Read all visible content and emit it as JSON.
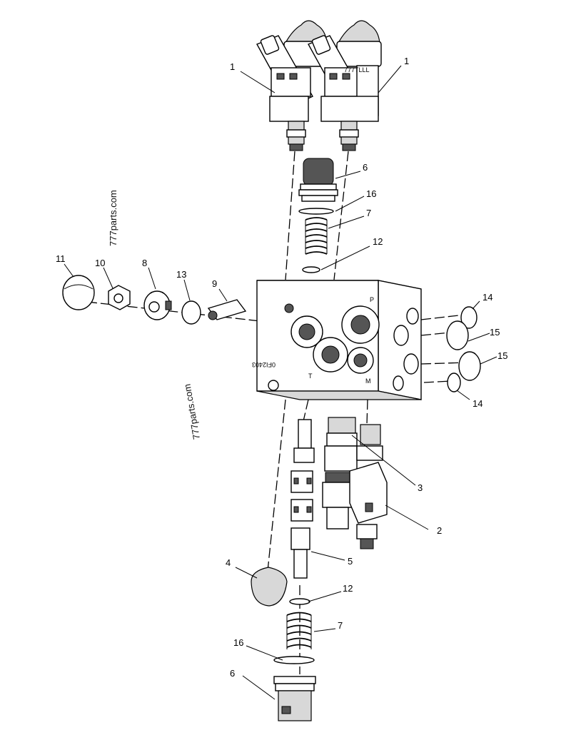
{
  "callouts": {
    "c1_left": "1",
    "c1_right": "1",
    "c2": "2",
    "c3": "3",
    "c4": "4",
    "c5": "5",
    "c6_top": "6",
    "c6_bottom": "6",
    "c7_top": "7",
    "c7_bottom": "7",
    "c8": "8",
    "c9": "9",
    "c10": "10",
    "c11": "11",
    "c12_top": "12",
    "c12_bottom": "12",
    "c13": "13",
    "c14_top": "14",
    "c14_bottom": "14",
    "c15_top": "15",
    "c15_bottom": "15",
    "c16_top": "16",
    "c16_bottom": "16"
  },
  "watermarks": {
    "vertical": "777parts.com",
    "inverted": "777parts.com",
    "solenoid": "777TLLL"
  },
  "block_markings": {
    "port_p": "P",
    "port_t": "T",
    "port_m": "M",
    "serial": "0FI2403"
  }
}
